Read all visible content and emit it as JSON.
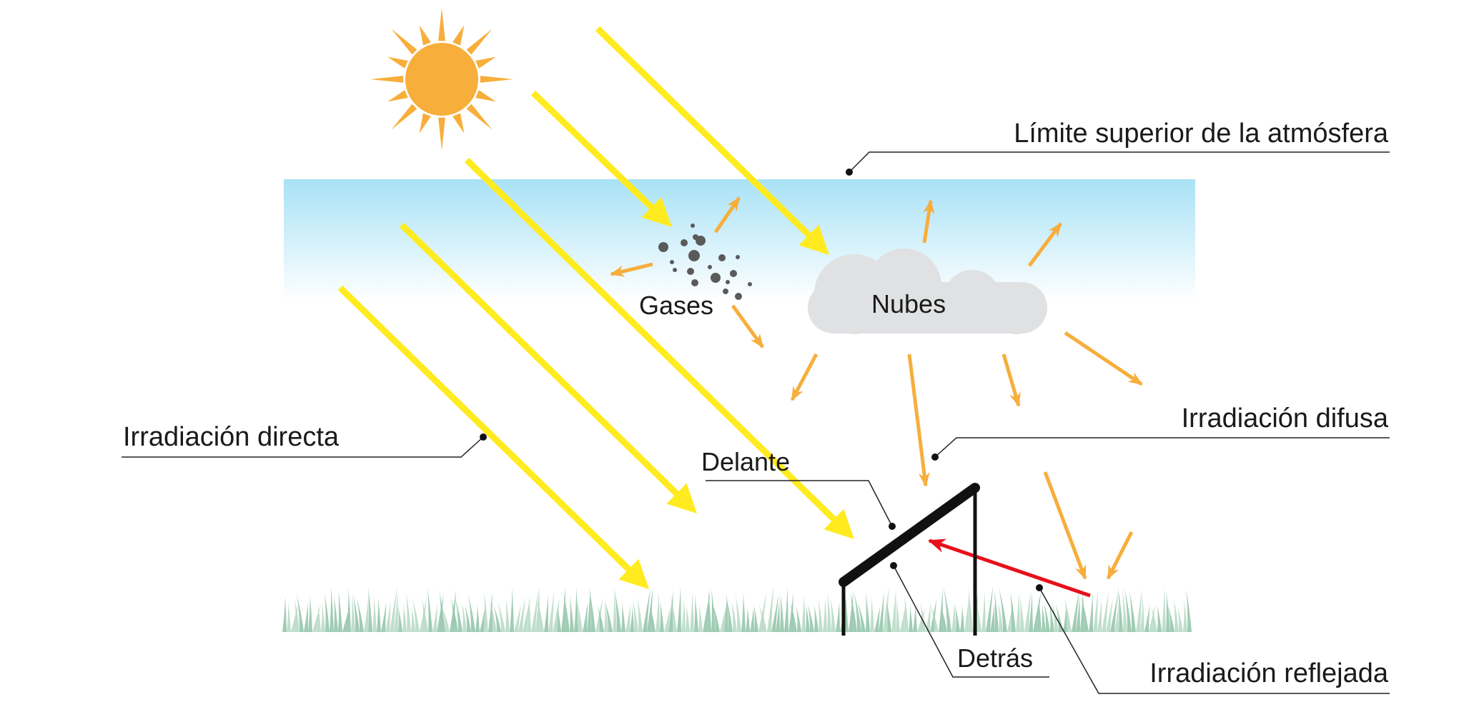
{
  "labels": {
    "atmosphere_top": "Límite superior de la atmósfera",
    "direct": "Irradiación directa",
    "diffuse": "Irradiación difusa",
    "reflected": "Irradiación reflejada",
    "gases": "Gases",
    "clouds": "Nubes",
    "front": "Delante",
    "back": "Detrás"
  },
  "colors": {
    "sun": "#f7ae3b",
    "direct_ray": "#ffeb1f",
    "diffuse_ray": "#f7ae3b",
    "reflected_ray": "#e8101b",
    "sky_top": "#a8e2f6",
    "cloud": "#dfe1e3",
    "grass": "#8fc3a7",
    "gas_particles": "#5a5a5a",
    "panel": "#111111"
  }
}
